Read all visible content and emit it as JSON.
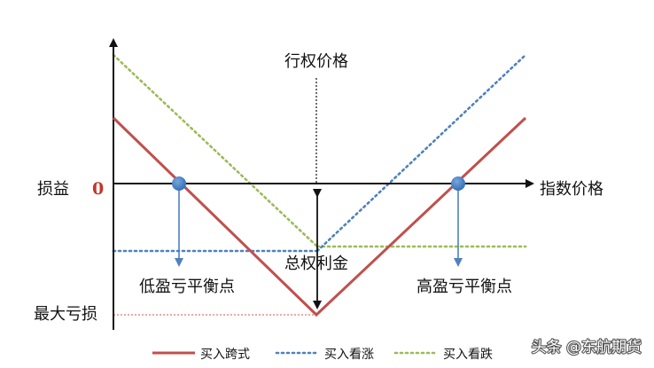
{
  "diagram": {
    "strike_label": "行权价格",
    "y_axis_label": "损益",
    "zero_label": "0",
    "x_axis_label": "指数价格",
    "premium_label": "总权利金",
    "low_breakeven_label": "低盈亏平衡点",
    "high_breakeven_label": "高盈亏平衡点",
    "max_loss_label": "最大亏损",
    "legend": [
      {
        "label": "买入跨式",
        "color": "#c0504d",
        "style": "solid"
      },
      {
        "label": "买入看涨",
        "color": "#4f81bd",
        "style": "dotted"
      },
      {
        "label": "买入看跌",
        "color": "#9bbb59",
        "style": "dotted"
      }
    ],
    "watermark": "头条 @东航期货"
  }
}
